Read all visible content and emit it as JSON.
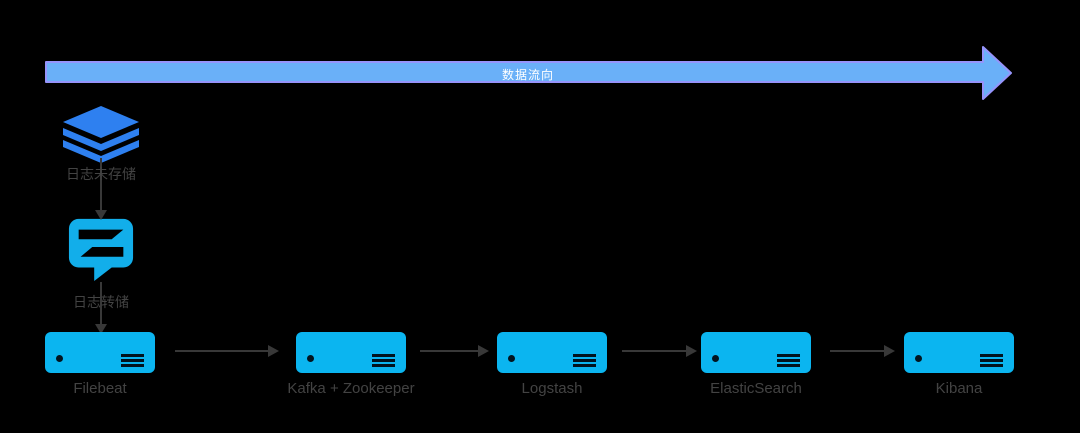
{
  "banner": {
    "label": "数据流向",
    "fill": "#6ab0f8",
    "border": "#9694fb",
    "text_color": "#ffffff"
  },
  "sources": [
    {
      "id": "log-storage",
      "icon": "layers-icon",
      "label": "日志未存储",
      "icon_color": "#2e80f0"
    },
    {
      "id": "log-dump",
      "icon": "chat-bubble-icon",
      "label": "日志转储",
      "icon_color": "#12aeea"
    }
  ],
  "pipeline": {
    "node_color": "#0bb5f0",
    "nodes": [
      {
        "label": "Filebeat"
      },
      {
        "label": "Kafka + Zookeeper"
      },
      {
        "label": "Logstash"
      },
      {
        "label": "ElasticSearch"
      },
      {
        "label": "Kibana"
      }
    ]
  },
  "colors": {
    "background": "#000000",
    "connector": "#383838",
    "label_text": "#434343"
  }
}
